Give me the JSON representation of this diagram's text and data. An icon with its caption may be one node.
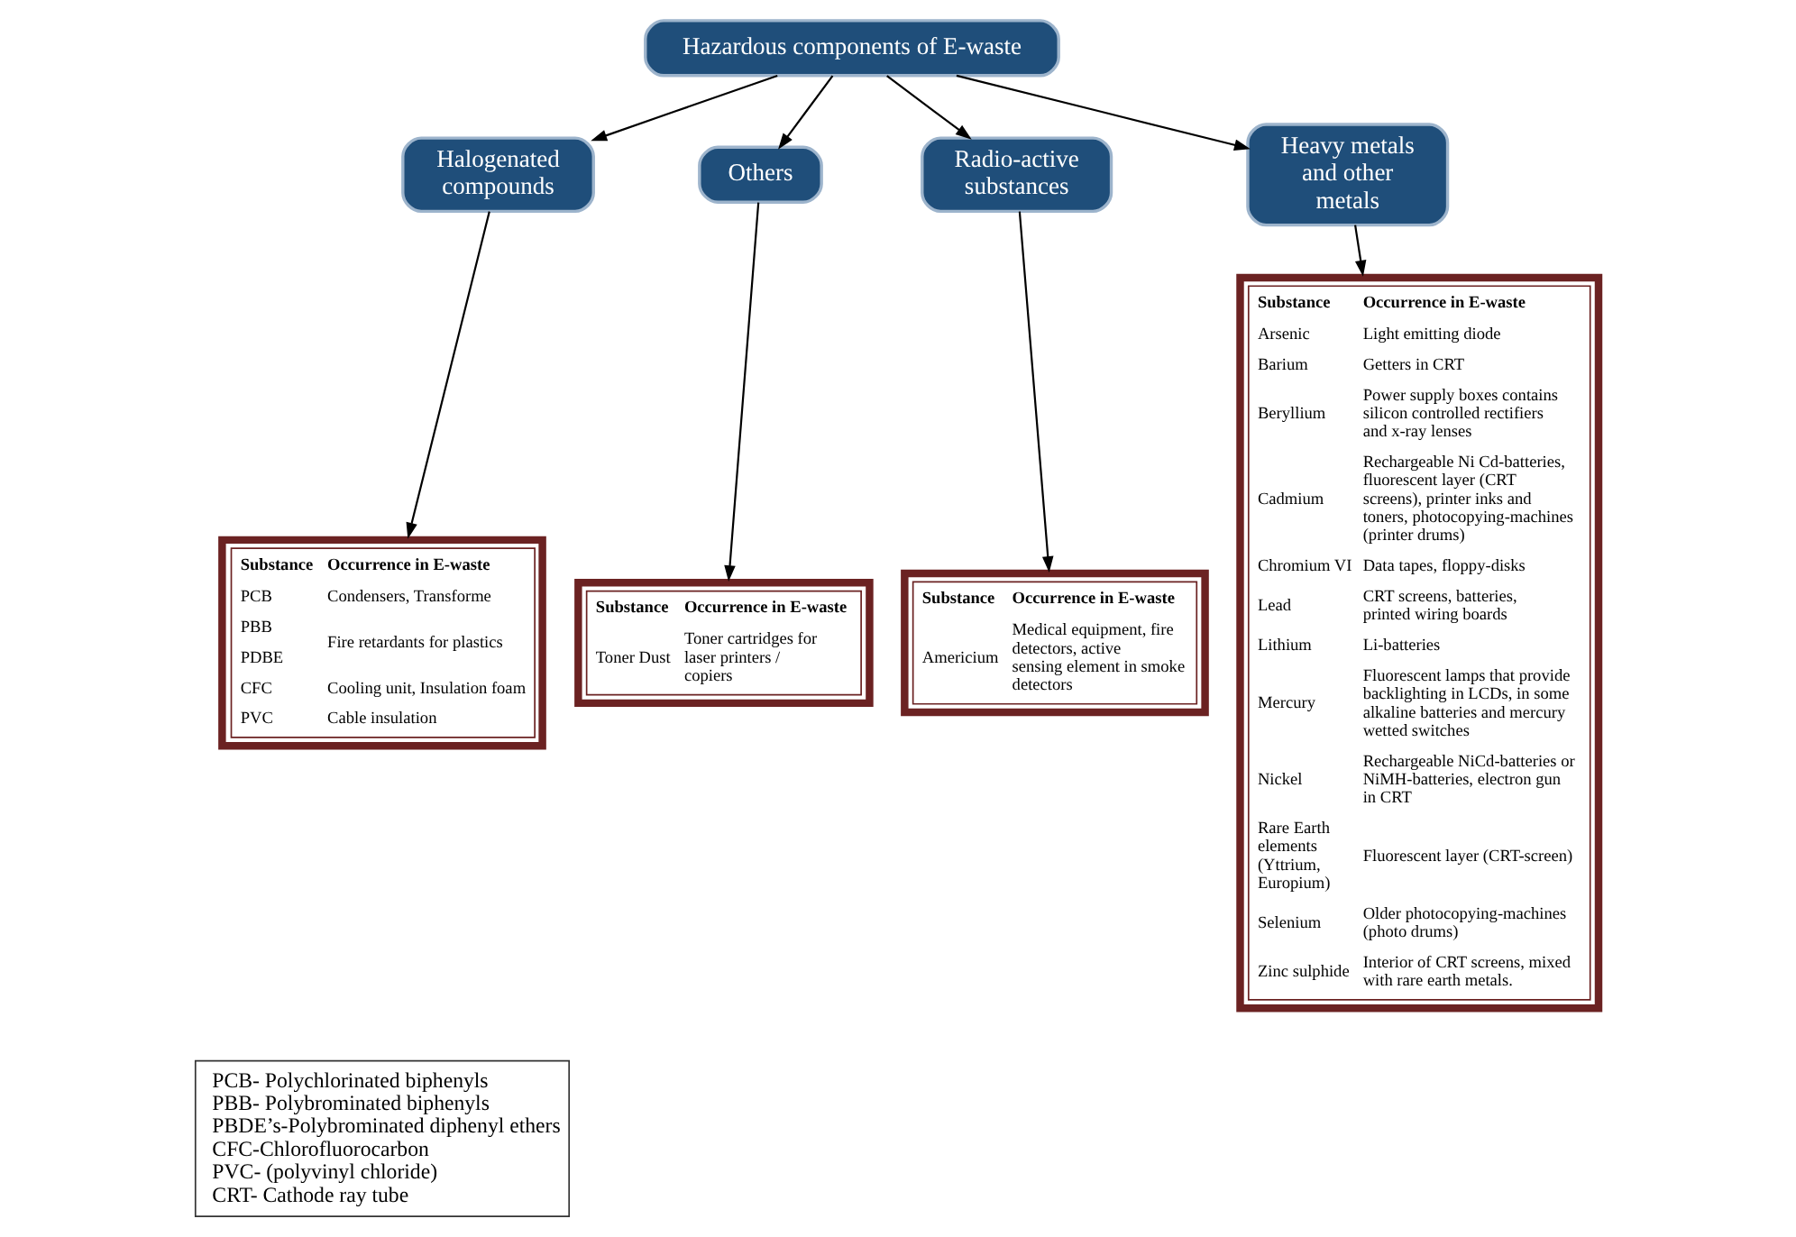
{
  "diagram": {
    "nodes": [
      {
        "text": [
          "Hazardous components of E-waste"
        ]
      },
      {
        "text": [
          "Halogenated compounds"
        ]
      },
      {
        "text": [
          "Others"
        ]
      },
      {
        "text": [
          "Radio-active substances"
        ]
      },
      {
        "text": [
          "Heavy metals and other metals"
        ]
      },
      {
        "text": [
          "Substance",
          "Occurrence in E-waste",
          "PCB",
          "Condensers, Transforme",
          "PBB",
          "Fire retardants for plastics",
          "PDBE",
          "CFC",
          "Cooling unit, Insulation foam",
          "PVC",
          "Cable insulation"
        ]
      },
      {
        "text": [
          "Substance",
          "Occurrence in E-waste",
          "Toner Dust",
          "Toner cartridges for laser printers / copiers"
        ]
      },
      {
        "text": [
          "Substance",
          "Occurrence in E-waste",
          "Americium",
          "Medical equipment, fire detectors, active sensing element in smoke detectors"
        ]
      },
      {
        "text": [
          "Substance",
          "Occurrence in E-waste",
          "Arsenic",
          "Light emitting diode",
          "Barium",
          "Getters in CRT",
          "Beryllium",
          "Power supply boxes contains silicon controlled rectifiers and x-ray lenses",
          "Cadmium",
          "Rechargeable Ni Cd-batteries, fluorescent layer (CRT screens), printer inks and toners, photocopying-machines (printer drums)",
          "Chromium VI",
          "Data tapes, floppy-disks",
          "Lead",
          "CRT screens, batteries, printed wiring boards",
          "Lithium",
          "Li-batteries",
          "Mercury",
          "Fluorescent lamps that provide backlighting in LCDs, in some alkaline batteries and mercury wetted switches",
          "Nickel",
          "Rechargeable NiCd-batteries or NiMH-batteries, electron gun in CRT",
          "Rare Earth elements (Yttrium, Europium)",
          "Fluorescent layer (CRT-screen)",
          "Selenium",
          "Older photocopying-machines (photo drums)",
          "Zinc sulphide",
          "Interior of CRT screens, mixed with rare earth metals."
        ]
      },
      {
        "text": [
          "PCB- Polychlorinated biphenyls",
          "PBB- Polybrominated biphenyls",
          "PBDE’s-Polybrominated diphenyl ethers",
          "CFC-Chlorofluorocarbon",
          "PVC- (polyvinyl chloride)",
          "CRT- Cathode ray tube"
        ]
      }
    ],
    "edges": [
      {
        "from": 0,
        "to": 1,
        "arrow": "to"
      },
      {
        "from": 0,
        "to": 2,
        "arrow": "to"
      },
      {
        "from": 0,
        "to": 3,
        "arrow": "to"
      },
      {
        "from": 0,
        "to": 4,
        "arrow": "to"
      },
      {
        "from": 1,
        "to": 5,
        "arrow": "to"
      },
      {
        "from": 2,
        "to": 6,
        "arrow": "to"
      },
      {
        "from": 3,
        "to": 7,
        "arrow": "to"
      },
      {
        "from": 4,
        "to": 8,
        "arrow": "to"
      }
    ]
  }
}
